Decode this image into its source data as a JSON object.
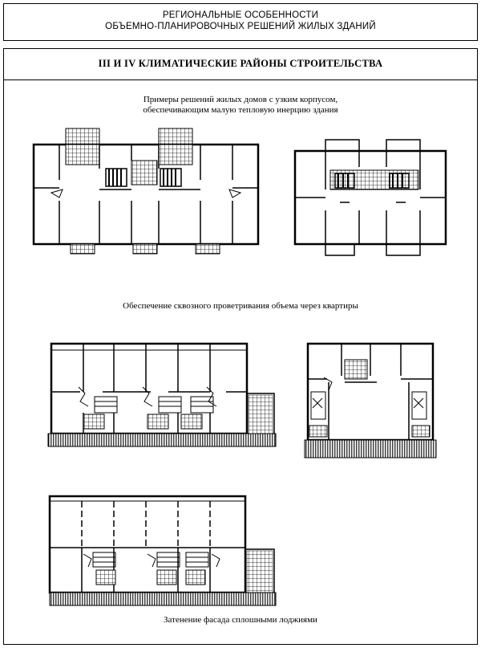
{
  "header": {
    "line1": "РЕГИОНАЛЬНЫЕ ОСОБЕННОСТИ",
    "line2": "ОБЪЕМНО-ПЛАНИРОВОЧНЫХ РЕШЕНИЙ ЖИЛЫХ ЗДАНИЙ"
  },
  "section": {
    "title": "III И IV КЛИМАТИЧЕСКИЕ РАЙОНЫ СТРОИТЕЛЬСТВА"
  },
  "captions": {
    "narrow_line1": "Примеры решений жилых домов с узким корпусом,",
    "narrow_line2": "обеспечивающим малую тепловую инерцию здания",
    "ventilation": "Обеспечение сквозного проветривания объема через квартиры",
    "shading": "Затенение фасада сплошными лоджиями"
  }
}
